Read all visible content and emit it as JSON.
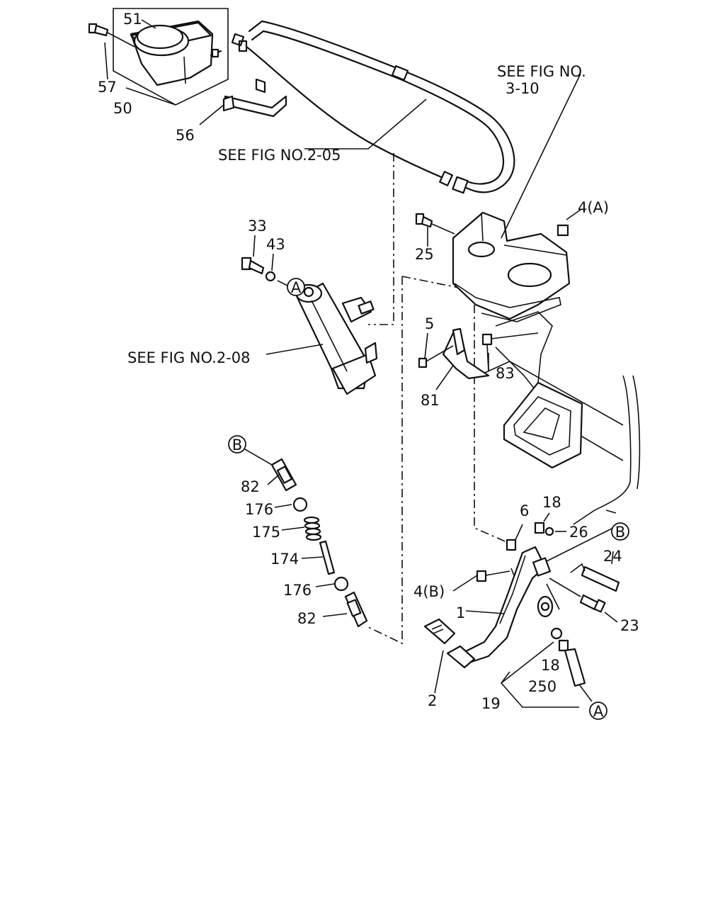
{
  "references": {
    "fig_3_10": [
      "SEE FIG NO.",
      "3-10"
    ],
    "fig_2_05": "SEE FIG NO.2-05",
    "fig_2_08": "SEE FIG NO.2-08"
  },
  "parts": {
    "p51": "51",
    "p57": "57",
    "p50": "50",
    "p56": "56",
    "p33": "33",
    "p43": "43",
    "p25": "25",
    "p4a": "4(A)",
    "p5": "5",
    "p83": "83",
    "p81": "81",
    "p82a": "82",
    "p176a": "176",
    "p175": "175",
    "p174": "174",
    "p176b": "176",
    "p82b": "82",
    "p6": "6",
    "p18a": "18",
    "p26": "26",
    "p24": "24",
    "p4b": "4(B)",
    "p1": "1",
    "p23": "23",
    "p2": "2",
    "p18b": "18",
    "p19": "19",
    "p250": "250"
  },
  "markers": {
    "a_top": "A",
    "b_left": "B",
    "b_right": "B",
    "a_bottom": "A"
  }
}
